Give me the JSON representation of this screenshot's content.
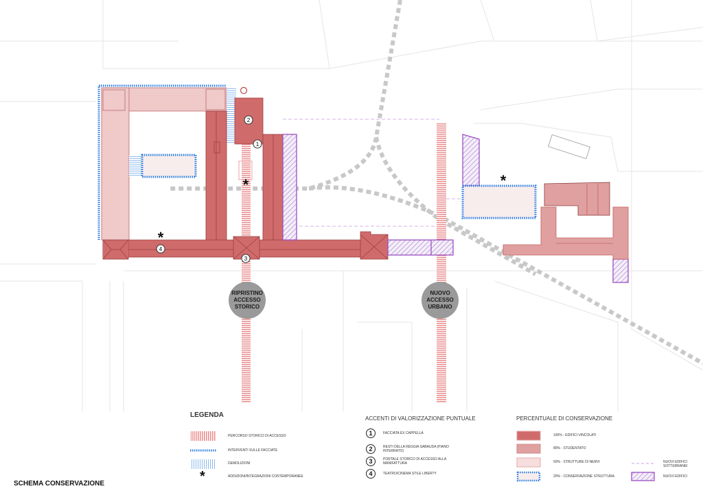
{
  "title": "SCHEMA CONSERVAZIONE",
  "colors": {
    "full": "#d06b6b",
    "student": "#e0a0a0",
    "partial": "#f0c9c9",
    "structure_fill": "#f8eded",
    "blue": "#2a7be0",
    "purple": "#9b4fc4",
    "path_red": "#e88a8a",
    "dashed_grey": "#c8c8c8",
    "access_circle": "#9a9a9a"
  },
  "map": {
    "access_labels": [
      {
        "lines": [
          "RIPRISTINO",
          "ACCESSO",
          "STORICO"
        ]
      },
      {
        "lines": [
          "NUOVO",
          "ACCESSO",
          "URBANO"
        ]
      }
    ],
    "markers": [
      "1",
      "2",
      "3",
      "4"
    ],
    "asterisk": "*"
  },
  "legend": {
    "title": "LEGENDA",
    "items": [
      {
        "label": "PERCORSO STORICO DI ACCESSO",
        "swatch": "red-hatch"
      },
      {
        "label": "INTERVENTI SULLE FACCIATE",
        "swatch": "blue-dotted-line"
      },
      {
        "label": "DEMOLIZIONI",
        "swatch": "blue-hatch"
      },
      {
        "label": "ADDIZIONI/INTEGRAZIONI CONTEMPORANEE",
        "swatch": "asterisk",
        "symbol": "*"
      }
    ]
  },
  "accents": {
    "title": "ACCENTI DI VALORIZZAZIONE PUNTUALE",
    "items": [
      {
        "num": "1",
        "label": "FACCIATA EX CAPPELLA"
      },
      {
        "num": "2",
        "label": "RESTI DELLA REGGIA SABAUDA (PIANO INTERRATO)"
      },
      {
        "num": "3",
        "label": "PORTALE STORICO DI ACCESSO ALLA MANIFATTURA"
      },
      {
        "num": "4",
        "label": "TEATRO/CINEMA STILE LIBERTY"
      }
    ]
  },
  "conservation": {
    "title": "PERCENTUALE DI CONSERVAZIONE",
    "items": [
      {
        "label": "100% - EDIFICI VINCOLATI"
      },
      {
        "label": "80% - STUDENTATO"
      },
      {
        "label": "50% - STRUTTURE DI NERVI"
      },
      {
        "label": "20% - CONSERVAZIONE STRUTTURA"
      }
    ],
    "extra": [
      {
        "label": "NUOVI EDIFICI SOTTERRANEI"
      },
      {
        "label": "NUOVI EDIFICI"
      }
    ]
  }
}
